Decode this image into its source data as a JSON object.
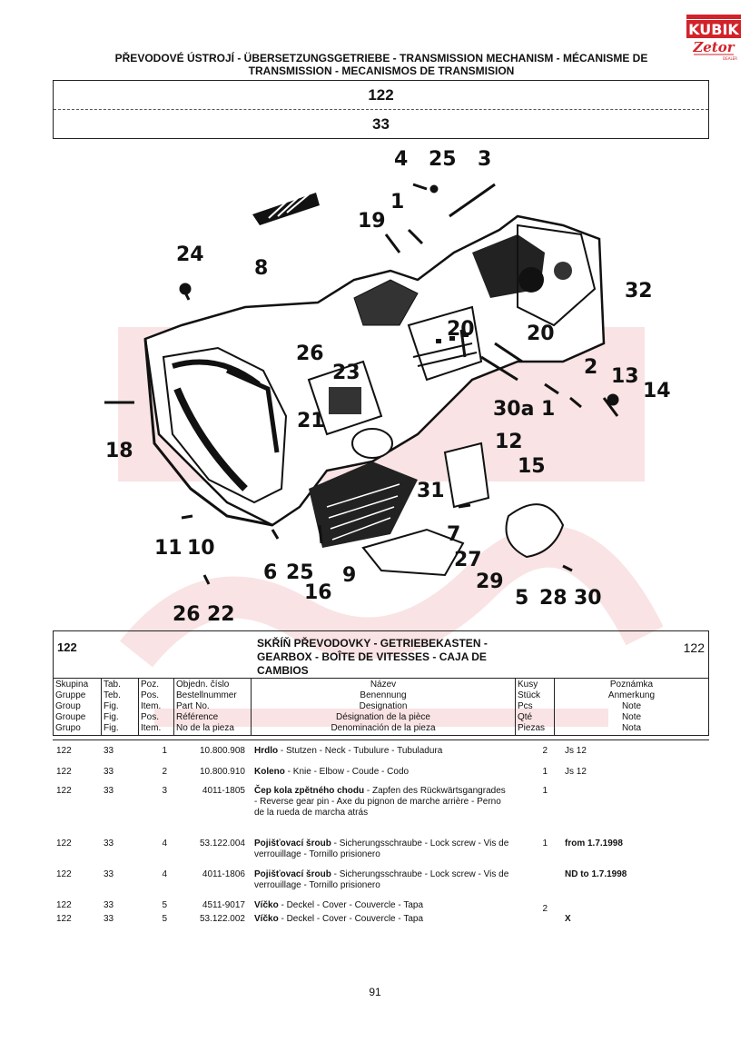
{
  "logo": {
    "brand": "KUBIK",
    "sub": "Zetor",
    "dealer": "DEALER"
  },
  "title": "PŘEVODOVÉ ÚSTROJÍ - ÜBERSETZUNGSGETRIEBE - TRANSMISSION MECHANISM - MÉCANISME DE TRANSMISSION - MECANISMOS DE TRANSMISION",
  "header": {
    "group": "122",
    "table": "33"
  },
  "callouts": [
    "4",
    "25",
    "3",
    "19",
    "1",
    "24",
    "8",
    "32",
    "20",
    "20",
    "26",
    "23",
    "2",
    "13",
    "14",
    "30a",
    "1",
    "18",
    "21",
    "12",
    "15",
    "31",
    "11",
    "10",
    "6",
    "25",
    "16",
    "9",
    "7",
    "27",
    "29",
    "5",
    "28",
    "30",
    "26",
    "22"
  ],
  "section": {
    "code": "122",
    "name": "SKŘÍŇ PŘEVODOVKY - GETRIEBEKASTEN - GEARBOX - BOÎTE DE VITESSES - CAJA DE CAMBIOS",
    "code_right": "122"
  },
  "columns": {
    "group": [
      "Skupina",
      "Gruppe",
      "Group",
      "Groupe",
      "Grupo"
    ],
    "table": [
      "Tab.",
      "Teb.",
      "Fig.",
      "Fig.",
      "Fig."
    ],
    "pos": [
      "Poz.",
      "Pos.",
      "Item.",
      "Pos.",
      "Item."
    ],
    "ref": [
      "Objedn. číslo",
      "Bestellnummer",
      "Part No.",
      "Référence",
      "No de la pieza"
    ],
    "name": [
      "Název",
      "Benennung",
      "Designation",
      "Désignation de la pièce",
      "Denominación de la pieza"
    ],
    "qty": [
      "Kusy",
      "Stück",
      "Pcs",
      "Qté",
      "Piezas"
    ],
    "note": [
      "Poznámka",
      "Anmerkung",
      "Note",
      "Note",
      "Nota"
    ]
  },
  "rows": [
    {
      "group": "122",
      "table": "33",
      "pos": "1",
      "ref": "10.800.908",
      "bold": "Hrdlo",
      "desc": " - Stutzen - Neck - Tubulure - Tubuladura",
      "qty": "2",
      "note": "Js 12"
    },
    {
      "group": "122",
      "table": "33",
      "pos": "2",
      "ref": "10.800.910",
      "bold": "Koleno",
      "desc": " - Knie - Elbow - Coude - Codo",
      "qty": "1",
      "note": "Js 12"
    },
    {
      "group": "122",
      "table": "33",
      "pos": "3",
      "ref": "4011-1805",
      "bold": "Čep kola zpětného chodu",
      "desc": " - Zapfen des Rückwärtsgangrades - Reverse gear pin - Axe du pignon de marche arrière - Perno de la rueda de marcha atrás",
      "qty": "1",
      "note": ""
    },
    {
      "group": "122",
      "table": "33",
      "pos": "4",
      "ref": "53.122.004",
      "bold": "Pojišťovací šroub",
      "desc": " - Sicherungsschraube - Lock screw - Vis de verrouillage - Tornillo prisionero",
      "qty": "1",
      "note": "from 1.7.1998"
    },
    {
      "group": "122",
      "table": "33",
      "pos": "4",
      "ref": "4011-1806",
      "bold": "Pojišťovací šroub",
      "desc": " - Sicherungsschraube - Lock screw - Vis de verrouillage - Tornillo prisionero",
      "qty": "",
      "note": "ND   to 1.7.1998"
    },
    {
      "group": "122",
      "table": "33",
      "pos": "5",
      "ref": "4511-9017",
      "bold": "Víčko",
      "desc": " - Deckel - Cover - Couvercle - Tapa",
      "qty": "2",
      "note": ""
    },
    {
      "group": "122",
      "table": "33",
      "pos": "5",
      "ref": "53.122.002",
      "bold": "Víčko",
      "desc": " - Deckel - Cover - Couvercle - Tapa",
      "qty": "",
      "note": "X"
    }
  ],
  "page_number": "91"
}
